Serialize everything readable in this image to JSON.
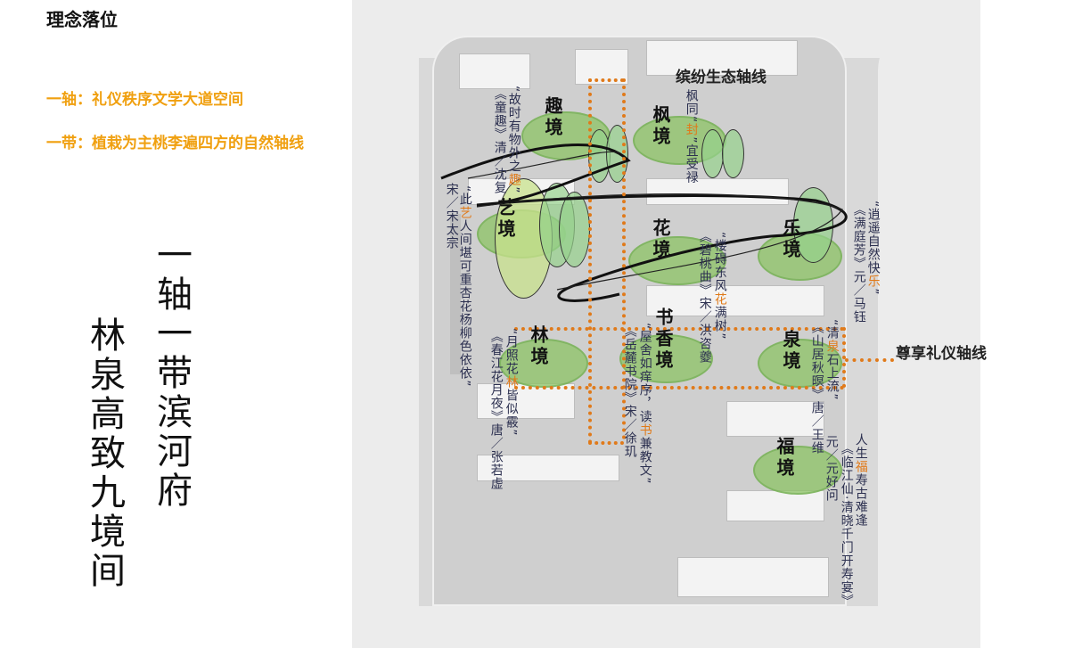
{
  "title": "理念落位",
  "concepts": [
    "一轴：礼仪秩序文学大道空间",
    "一带：植栽为主桃李遍四方的自然轴线"
  ],
  "vertical_titles": [
    "一轴一带滨河府",
    "林泉高致九境间"
  ],
  "axes": {
    "ecology": "缤纷生态轴线",
    "ceremony": "尊享礼仪轴线"
  },
  "colors": {
    "accent": "#e07a1a",
    "concept": "#f0a010",
    "green": "#8cc364"
  },
  "zones": [
    {
      "name": "趣境",
      "pre": "“故时有物外之",
      "hl": "趣",
      "post": "”",
      "source": "《童趣》清／沈复"
    },
    {
      "name": "枫境",
      "pre": "枫同“",
      "hl": "封",
      "post": "”宜受禄",
      "source": ""
    },
    {
      "name": "艺境",
      "pre": "“此",
      "hl": "艺",
      "post": "人间堪可重杏花杨柳色依依”",
      "source": "宋／宋太宗"
    },
    {
      "name": "花境",
      "pre": "“楼碍东风",
      "hl": "花",
      "post": "满树”",
      "source": "《碧桃曲》宋／洪咨夔"
    },
    {
      "name": "乐境",
      "pre": "“逍遥自然快",
      "hl": "乐",
      "post": "”",
      "source": "《满庭芳》元／马钰"
    },
    {
      "name": "林境",
      "pre": "“月照花",
      "hl": "林",
      "post": "皆似霰”",
      "source": "《春江花月夜》唐／张若虚"
    },
    {
      "name": "书香境",
      "pre": "“屋舍如痒序，读",
      "hl": "书",
      "post": "兼教文”",
      "source": "《岳麓书院》宋／徐玑"
    },
    {
      "name": "泉境",
      "pre": "“清",
      "hl": "泉",
      "post": "石上流”",
      "source": "《山居秋暝》唐／王维"
    },
    {
      "name": "福境",
      "pre": "人生",
      "hl": "福",
      "post": "寿古难逢",
      "source": "《临江仙·清晓千门开寿宴》",
      "source2": "元／元好问"
    }
  ]
}
